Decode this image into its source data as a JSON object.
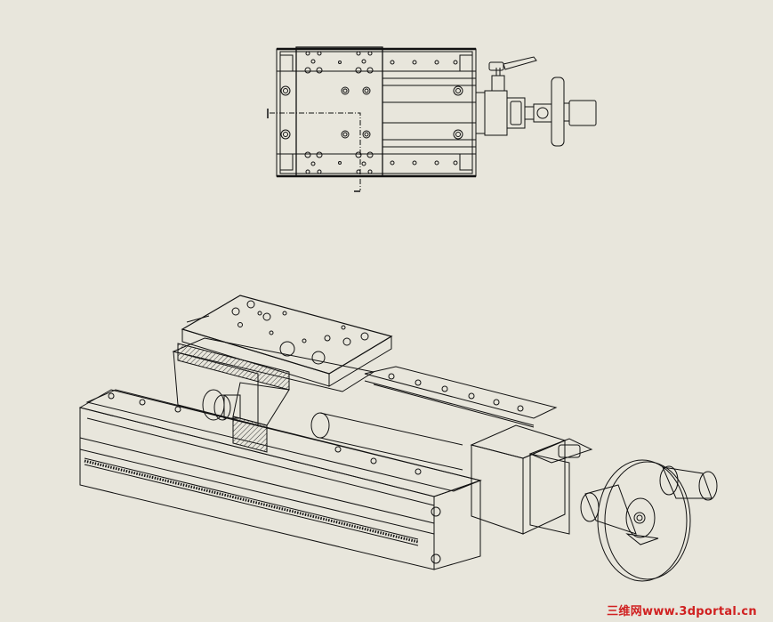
{
  "drawing": {
    "top_view": {
      "label": "linear-stage-top-view"
    },
    "iso_view": {
      "label": "linear-stage-isometric-view"
    }
  },
  "watermark": {
    "text": "三维网www.3dportal.cn",
    "color": "#d02020"
  },
  "colors": {
    "background": "#e8e6dc",
    "line": "#111111",
    "hatch": "#333333"
  }
}
